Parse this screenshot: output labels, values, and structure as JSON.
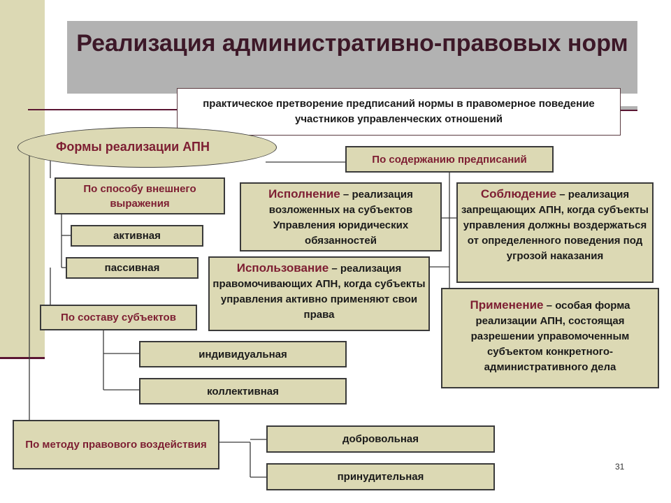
{
  "title": "Реализация административно-правовых норм",
  "definition": "практическое претворение предписаний нормы в правомерное поведение участников управленческих отношений",
  "forms_label": "Формы реализации АПН",
  "by_expression": {
    "label": "По способу внешнего выражения",
    "items": [
      "активная",
      "пассивная"
    ]
  },
  "by_subjects": {
    "label": "По составу субъектов",
    "items": [
      "индивидуальная",
      "коллективная"
    ]
  },
  "by_method": {
    "label": "По методу правового воздействия",
    "items": [
      "добровольная",
      "принудительная"
    ]
  },
  "by_content": {
    "label": "По содержанию предписаний",
    "forms": [
      {
        "term": "Исполнение",
        "dash": " – ",
        "text": "реализация возложенных на субъектов Управления юридических обязанностей"
      },
      {
        "term": "Соблюдение",
        "dash": " – ",
        "text": "реализация запрещающих АПН, когда субъекты управления должны воздержаться от определенного поведения под угрозой наказания"
      },
      {
        "term": "Использование",
        "dash": " – ",
        "text": "реализация правомочивающих АПН, когда субъекты управления активно применяют свои права"
      },
      {
        "term": "Применение",
        "dash": " – ",
        "text": "особая форма реализации АПН, состоящая разрешении управомоченным субъектом конкретного-административного дела"
      }
    ]
  },
  "page_number": "31"
}
